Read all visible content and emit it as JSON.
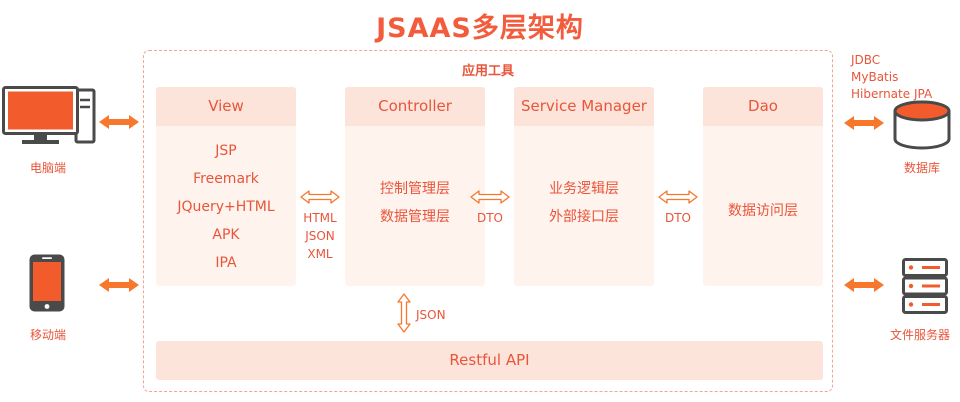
{
  "title": "JSAAS多层架构",
  "frame_title": "应用工具",
  "columns": [
    {
      "title": "View",
      "items": [
        "JSP",
        "Freemark",
        "JQuery+HTML",
        "APK",
        "IPA"
      ]
    },
    {
      "title": "Controller",
      "items": [
        "控制管理层",
        "数据管理层"
      ]
    },
    {
      "title": "Service Manager",
      "items": [
        "业务逻辑层",
        "外部接口层"
      ]
    },
    {
      "title": "Dao",
      "items": [
        "数据访问层"
      ]
    }
  ],
  "connectors": {
    "view_controller": [
      "HTML",
      "JSON",
      "XML"
    ],
    "controller_service": "DTO",
    "service_dao": "DTO",
    "controller_restful": "JSON"
  },
  "restful": "Restful API",
  "left_clients": {
    "pc": "电脑端",
    "mobile": "移动端"
  },
  "right_side": {
    "db_techs": [
      "JDBC",
      "MyBatis",
      "Hibernate JPA"
    ],
    "database": "数据库",
    "file_server": "文件服务器"
  },
  "colors": {
    "accent": "#f25c3c",
    "accent_light": "#fde4da",
    "panel_bg": "#fff3ee",
    "arrow": "#f7772c",
    "icon_gray": "#4a4a4a"
  }
}
